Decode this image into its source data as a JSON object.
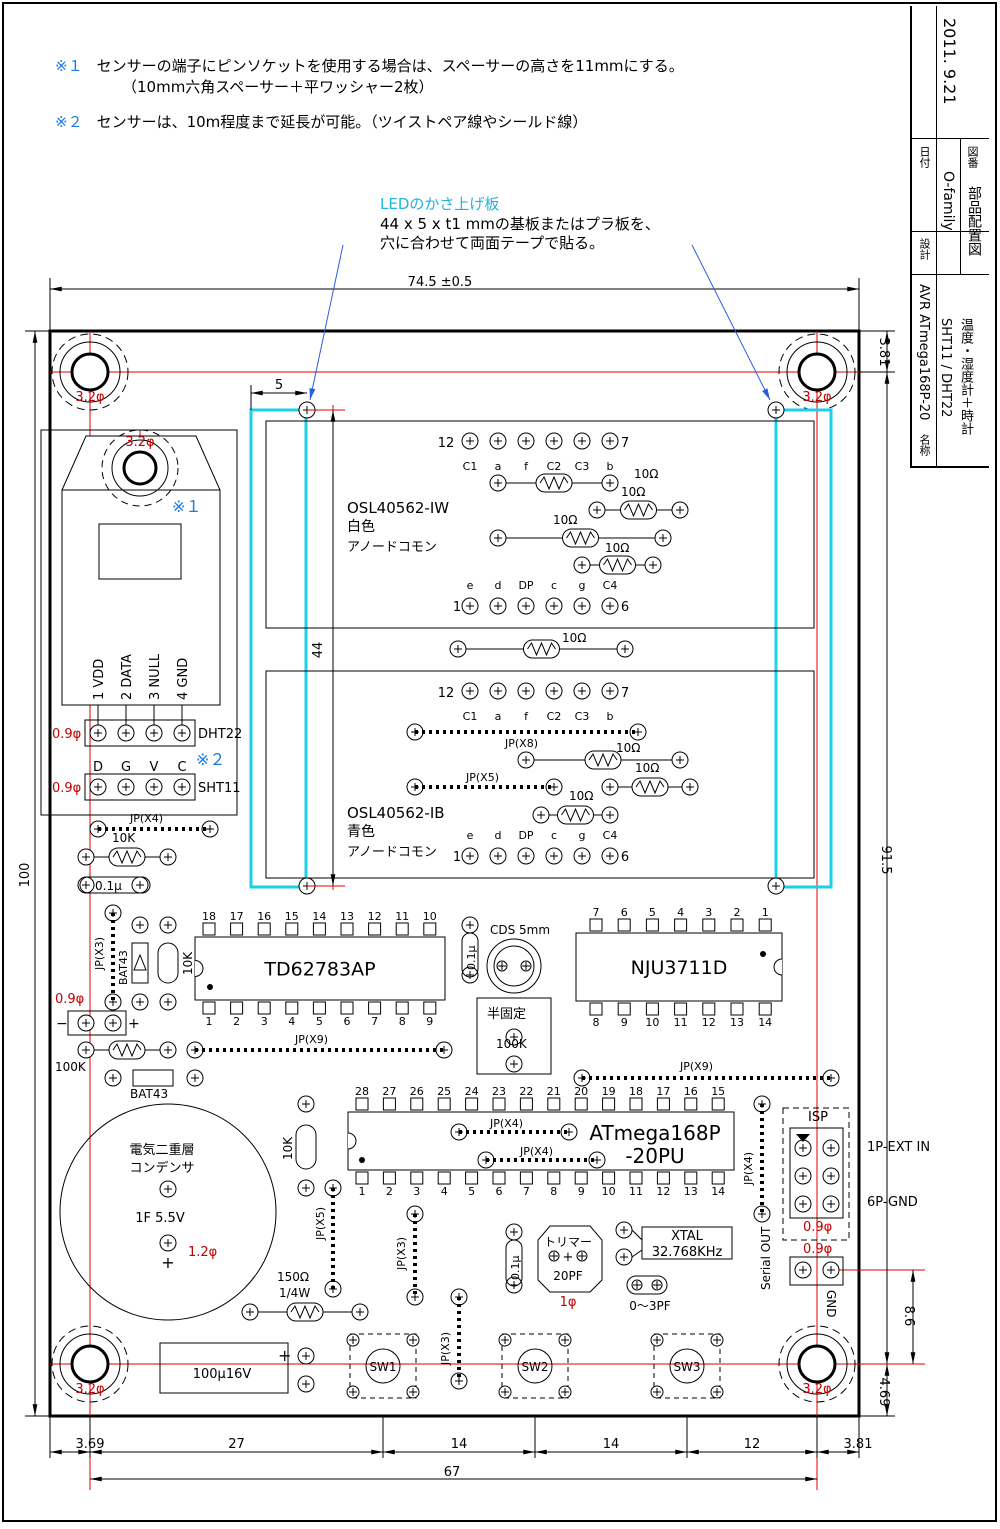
{
  "notes": [
    {
      "mark": "※１",
      "text": "センサーの端子にピンソケットを使用する場合は、スペーサーの高さを11mmにする。"
    },
    {
      "mark": "",
      "text": "（10mm六角スペーサー＋平ワッシャー2枚）"
    },
    {
      "mark": "※２",
      "text": "センサーは、10m程度まで延長が可能。（ツイストペア線やシールド線）"
    }
  ],
  "led_note": {
    "title": "LEDのかさ上げ板",
    "line1": "44 x 5 x t1 mmの基板またはプラ板を、",
    "line2": "穴に合わせて両面テープで貼る。"
  },
  "title_block": {
    "date": "2011. 9.21",
    "date_label": "日付",
    "drawing_label": "図番",
    "designer": "O-family",
    "design_label": "設計",
    "subtitle": "部品配置図",
    "name_label": "名称",
    "name1": "AVR ATmega168P-20",
    "name2": "SHT11 / DHT22",
    "name3": "温度・湿度計＋時計"
  },
  "dims": {
    "top": "74.5 ±0.5",
    "led_offset": "5",
    "led_height": "44",
    "left_height": "100",
    "right_height": "91.5",
    "corner_top": "3.81",
    "corner_bottom": "4.69",
    "serial_gap": "8.6",
    "bottom": [
      "3.69",
      "27",
      "14",
      "14",
      "12",
      "3.81"
    ],
    "bottom_total": "67"
  },
  "mount_hole": "3.2φ",
  "pad_dia": "0.9φ",
  "display1": {
    "part": "OSL40562-IW",
    "color": "白色",
    "type": "アノードコモン"
  },
  "display2": {
    "part": "OSL40562-IB",
    "color": "青色",
    "type": "アノードコモン"
  },
  "disp_top_pins": [
    "C1",
    "a",
    "f",
    "C2",
    "C3",
    "b"
  ],
  "disp_bottom_pins": [
    "e",
    "d",
    "DP",
    "c",
    "g",
    "C4"
  ],
  "pin12": "12",
  "pin7": "7",
  "pin1": "1",
  "pin6": "6",
  "sensor": {
    "mark": "※１",
    "pins": [
      "1 VDD",
      "2 DATA",
      "3 NULL",
      "4 GND"
    ],
    "dht": "DHT22",
    "sht_mark": "※２",
    "sht_pins": [
      "D",
      "G",
      "V",
      "C"
    ],
    "sht": "SHT11"
  },
  "components": {
    "r10": "10Ω",
    "r10k": "10K",
    "c01": "0.1μ",
    "bat": "BAT43",
    "r100k": "100K",
    "td": "TD62783AP",
    "td_top": [
      "18",
      "17",
      "16",
      "15",
      "14",
      "13",
      "12",
      "11",
      "10"
    ],
    "td_bot": [
      "1",
      "2",
      "3",
      "4",
      "5",
      "6",
      "7",
      "8",
      "9"
    ],
    "nju": "NJU3711D",
    "nju_top": [
      "7",
      "6",
      "5",
      "4",
      "3",
      "2",
      "1"
    ],
    "nju_bot": [
      "8",
      "9",
      "10",
      "11",
      "12",
      "13",
      "14"
    ],
    "cds": "CDS 5mm",
    "vr": "半固定",
    "vr_val": "100K",
    "mcu1": "ATmega168P",
    "mcu2": "-20PU",
    "mcu_top": [
      "28",
      "27",
      "26",
      "25",
      "24",
      "23",
      "22",
      "21",
      "20",
      "19",
      "18",
      "17",
      "16",
      "15"
    ],
    "mcu_bot": [
      "1",
      "2",
      "3",
      "4",
      "5",
      "6",
      "7",
      "8",
      "9",
      "10",
      "11",
      "12",
      "13",
      "14"
    ],
    "edlc1": "電気二重層",
    "edlc2": "コンデンサ",
    "edlc_val": "1F 5.5V",
    "edlc_pad": "1.2φ",
    "r150": "150Ω",
    "r150w": "1/4W",
    "cap100": "100μ16V",
    "trim": "トリマー",
    "trim_val": "20PF",
    "trim_pad": "1φ",
    "xtal": "XTAL",
    "xtal_val": "32.768KHz",
    "cx": "0～3PF",
    "isp": "ISP",
    "ext": "1P-EXT IN",
    "gnd6": "6P-GND",
    "serial": "Serial OUT",
    "gnd": "GND",
    "sw": [
      "SW1",
      "SW2",
      "SW3"
    ]
  },
  "jumpers": {
    "x4": "JP(X4)",
    "x3": "JP(X3)",
    "x8": "JP(X8)",
    "x5": "JP(X5)",
    "x9": "JP(X9)"
  }
}
